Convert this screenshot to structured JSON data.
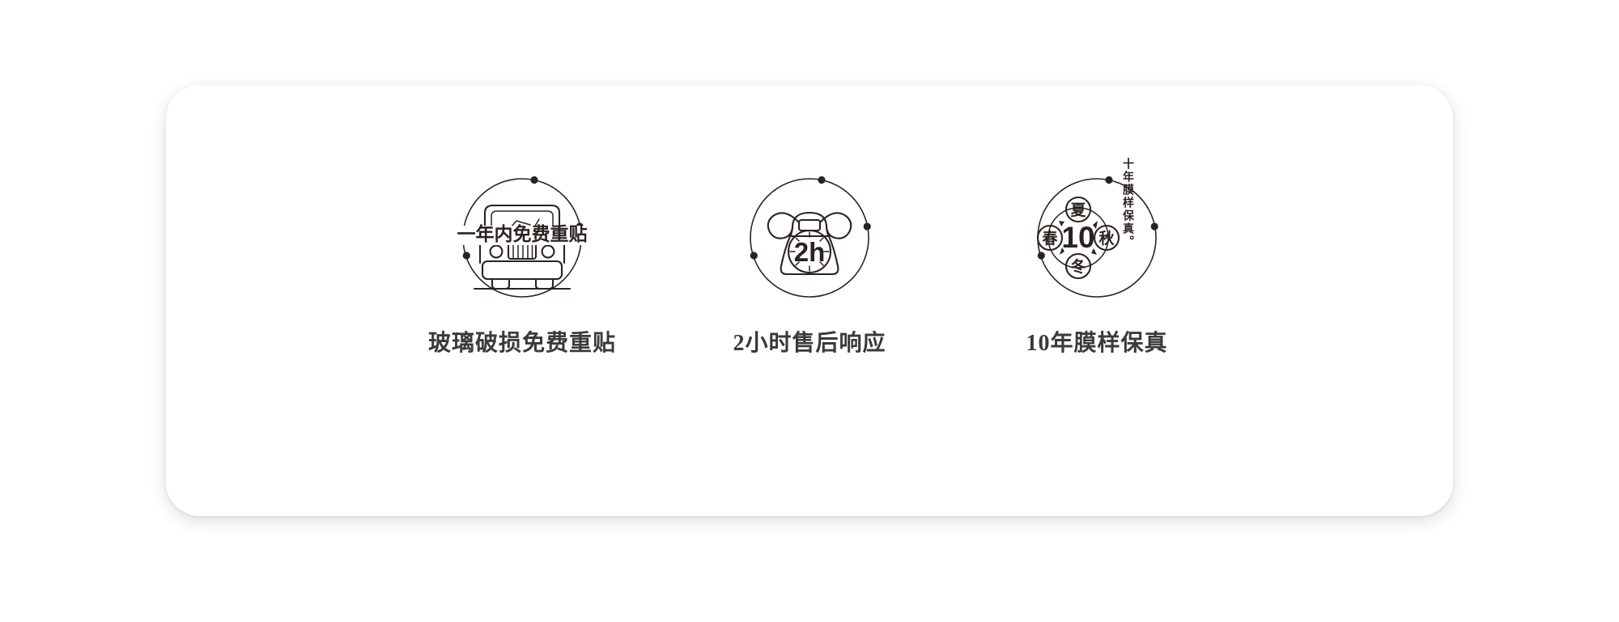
{
  "page": {
    "background_color": "#ffffff",
    "card_background": "#ffffff",
    "ink_color": "#2b2220",
    "caption_color": "#3a3a3c"
  },
  "card": {
    "features": [
      {
        "id": "free-reapply",
        "icon_name": "car-front-icon",
        "badge_text": "一年内免费重贴",
        "caption": "玻璃破损免费重贴",
        "dot_count": 3
      },
      {
        "id": "two-hour-response",
        "icon_name": "rotary-telephone-clock-icon",
        "badge_text": "2h",
        "caption": "2小时售后响应",
        "dot_count": 3
      },
      {
        "id": "ten-year-warranty",
        "icon_name": "four-seasons-cycle-icon",
        "badge_text": "10",
        "badge_vertical_text": "十年膜样保真。",
        "seasons": {
          "top": "夏",
          "right": "秋",
          "bottom": "冬",
          "left": "春"
        },
        "caption": "10年膜样保真",
        "dot_count": 3
      }
    ]
  }
}
